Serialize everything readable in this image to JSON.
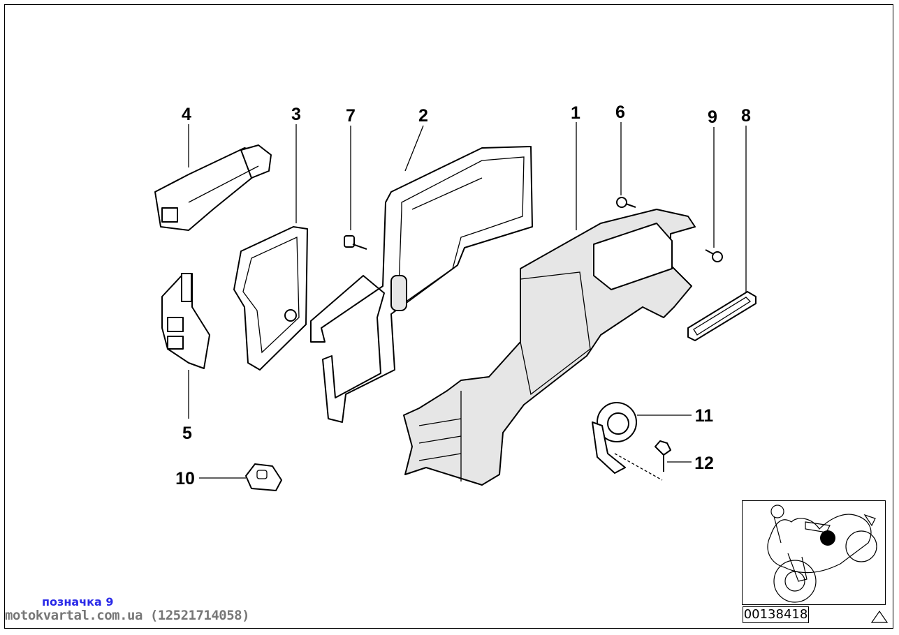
{
  "diagram": {
    "callouts": [
      "1",
      "2",
      "3",
      "4",
      "5",
      "6",
      "7",
      "8",
      "9",
      "10",
      "11",
      "12"
    ],
    "diagram_number": "00138418",
    "warning_icon": "triangle-icon",
    "location_marker_color": "#000000"
  },
  "footer": {
    "note": "позначка 9",
    "source": "motokvartal.com.ua (12521714058)",
    "note_color": "#2a2ae8"
  }
}
